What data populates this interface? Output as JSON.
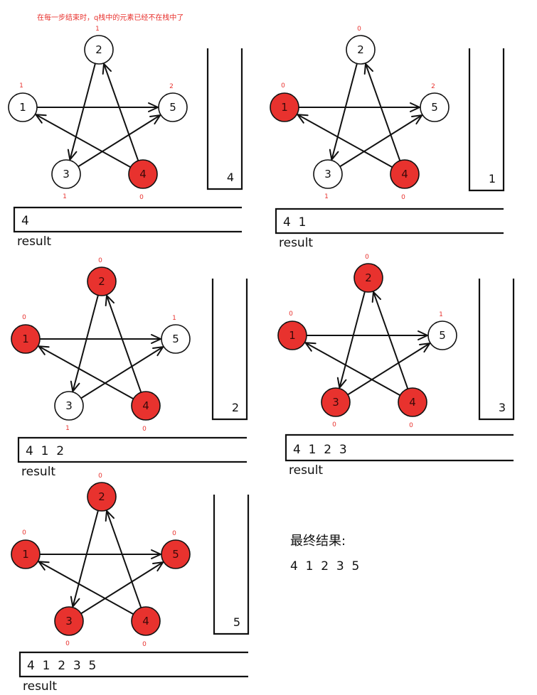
{
  "note": "在每一步结束时，q栈中的元素已经不在栈中了",
  "colors": {
    "visited": "#e8322e",
    "unvisited": "#ffffff",
    "stroke": "#111111",
    "degree": "#e8322e"
  },
  "result_label": "result",
  "nodes": [
    {
      "id": "1",
      "label": "1"
    },
    {
      "id": "2",
      "label": "2"
    },
    {
      "id": "3",
      "label": "3"
    },
    {
      "id": "4",
      "label": "4"
    },
    {
      "id": "5",
      "label": "5"
    }
  ],
  "edges": [
    {
      "from": "1",
      "to": "5"
    },
    {
      "from": "2",
      "to": "3"
    },
    {
      "from": "4",
      "to": "2"
    },
    {
      "from": "4",
      "to": "1"
    },
    {
      "from": "3",
      "to": "5"
    }
  ],
  "panels": [
    {
      "id": "step1",
      "visited": [
        "4"
      ],
      "degrees": {
        "1": "1",
        "2": "1",
        "3": "1",
        "4": "0",
        "5": "2"
      },
      "stack": "4",
      "result": "4"
    },
    {
      "id": "step2",
      "visited": [
        "4",
        "1"
      ],
      "degrees": {
        "1": "0",
        "2": "0",
        "3": "1",
        "4": "0",
        "5": "2"
      },
      "stack": "1",
      "result": "4  1"
    },
    {
      "id": "step3",
      "visited": [
        "4",
        "1",
        "2"
      ],
      "degrees": {
        "1": "0",
        "2": "0",
        "3": "1",
        "4": "0",
        "5": "1"
      },
      "stack": "2",
      "result": "4  1  2"
    },
    {
      "id": "step4",
      "visited": [
        "4",
        "1",
        "2",
        "3"
      ],
      "degrees": {
        "1": "0",
        "2": "0",
        "3": "0",
        "4": "0",
        "5": "1"
      },
      "stack": "3",
      "result": "4  1  2  3"
    },
    {
      "id": "step5",
      "visited": [
        "4",
        "1",
        "2",
        "3",
        "5"
      ],
      "degrees": {
        "1": "0",
        "2": "0",
        "3": "0",
        "4": "0",
        "5": "0"
      },
      "stack": "5",
      "result": "4  1  2  3  5"
    }
  ],
  "final": {
    "title": "最终结果:",
    "sequence": "4  1  2  3  5"
  }
}
